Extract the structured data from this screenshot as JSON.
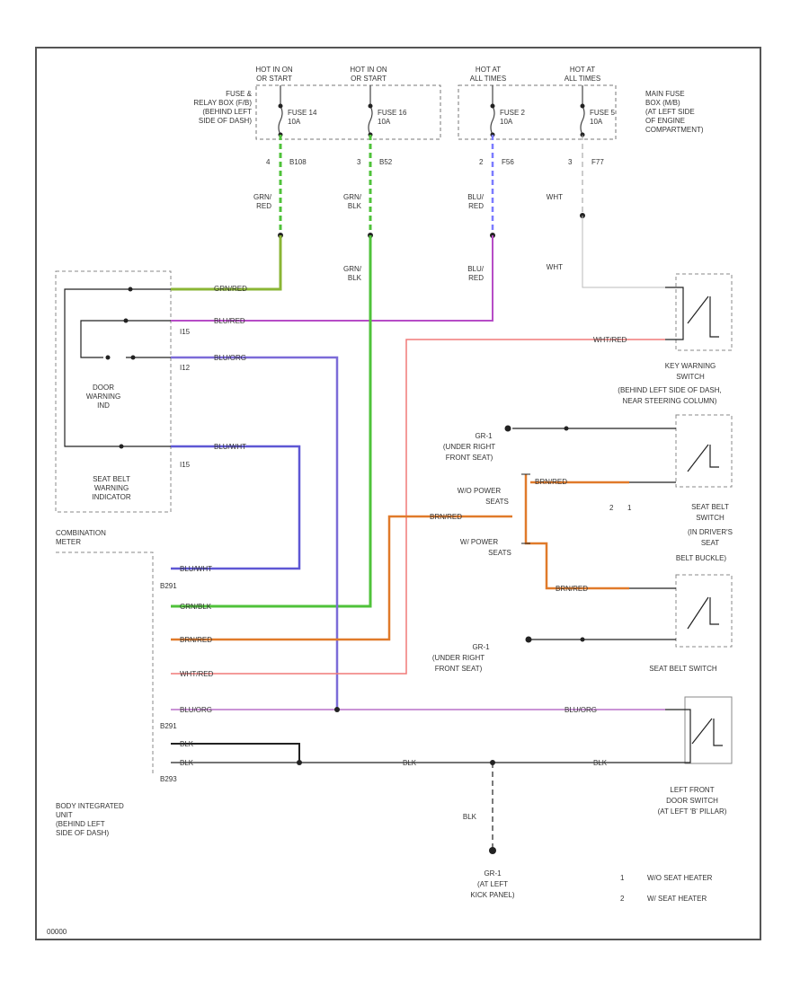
{
  "sources": {
    "hot1": [
      "HOT IN ON",
      "OR START"
    ],
    "hot2": [
      "HOT IN ON",
      "OR START"
    ],
    "hot3": [
      "HOT AT",
      "ALL TIMES"
    ],
    "hot4": [
      "HOT AT",
      "ALL TIMES"
    ]
  },
  "fuses": {
    "f14": [
      "FUSE 14",
      "10A"
    ],
    "f16": [
      "FUSE 16",
      "10A"
    ],
    "f2": [
      "FUSE 2",
      "10A"
    ],
    "f5": [
      "FUSE 5",
      "10A"
    ]
  },
  "relay_box": [
    "FUSE &",
    "RELAY BOX (F/B)",
    "(BEHIND LEFT",
    "SIDE OF DASH)"
  ],
  "main_fuse_box": [
    "MAIN FUSE",
    "BOX (M/B)",
    "(AT LEFT SIDE",
    "OF ENGINE",
    "COMPARTMENT)"
  ],
  "pins": {
    "p_b108": [
      "4",
      "B108"
    ],
    "p_b52": [
      "3",
      "B52"
    ],
    "p_f56": [
      "2",
      "F56"
    ],
    "p_f77": [
      "3",
      "F77"
    ]
  },
  "wire_labels": {
    "grn_red": [
      "GRN/",
      "RED"
    ],
    "grn_blk": [
      "GRN/",
      "BLK"
    ],
    "blu_red": [
      "BLU/",
      "RED"
    ],
    "wht": "WHT",
    "grn_blk2": [
      "GRN/",
      "BLK"
    ],
    "blu_red2": [
      "BLU/",
      "RED"
    ],
    "wht2": "WHT"
  },
  "seat_belt_indicator": {
    "label": [
      "SEAT BELT",
      "WARNING",
      "INDICATOR"
    ],
    "door_warning": [
      "DOOR",
      "WARNING",
      "IND"
    ],
    "wires": [
      "GRN/RED",
      "BLU/RED",
      "BLU/ORG",
      "BLU/WHT"
    ],
    "connectors": [
      "I15",
      "I12",
      "I15"
    ]
  },
  "combination_meter": {
    "label": [
      "COMBINATION",
      "METER"
    ],
    "wires": [
      "BLU/WHT",
      "GRN/BLK",
      "BRN/RED",
      "WHT/RED",
      "BLU/ORG",
      "BLK",
      "BLK"
    ],
    "connectors": [
      "B291",
      "B291",
      "B293"
    ]
  },
  "body_unit": [
    "BODY INTEGRATED",
    "UNIT",
    "(BEHIND LEFT",
    "SIDE OF DASH)"
  ],
  "key_warning": {
    "wire": "WHT/RED",
    "label": [
      "KEY WARNING",
      "SWITCH",
      "(BEHIND LEFT SIDE OF DASH,",
      "NEAR STEERING COLUMN)"
    ]
  },
  "seat_belt_switch_driver": {
    "label": [
      "SEAT BELT",
      "SWITCH",
      "(IN DRIVER'S",
      "SEAT",
      "BELT BUCKLE)"
    ],
    "ground": [
      "GR-1",
      "(UNDER RIGHT",
      "FRONT SEAT)"
    ],
    "wo_power": [
      "W/O POWER",
      "SEATS"
    ],
    "w_power": [
      "W/ POWER",
      "SEATS"
    ],
    "brn_red": "BRN/RED",
    "notes": [
      "2",
      "1"
    ]
  },
  "seat_belt_switch2": {
    "label": "SEAT BELT SWITCH",
    "ground": [
      "GR-1",
      "(UNDER RIGHT",
      "FRONT SEAT)"
    ]
  },
  "door_switch": {
    "wire1": "BLU/ORG",
    "wire2": "BLK",
    "label": [
      "LEFT FRONT",
      "DOOR SWITCH",
      "(AT LEFT 'B' PILLAR)"
    ]
  },
  "ground_bottom": {
    "wire": "BLK",
    "label": [
      "GR-1",
      "(AT LEFT",
      "KICK PANEL)"
    ]
  },
  "legend": [
    {
      "num": "1",
      "text": "W/O SEAT HEATER"
    },
    {
      "num": "2",
      "text": "W/ SEAT HEATER"
    }
  ],
  "footer_code": "00000",
  "colors": {
    "green": "#4fc23a",
    "dark_green": "#2f9a1f",
    "blue": "#5e57d4",
    "light_blue": "#7b7bff",
    "pink": "#b64cc6",
    "orange": "#e07a2a",
    "salmon": "#f07a78",
    "olive": "#8ab534"
  }
}
